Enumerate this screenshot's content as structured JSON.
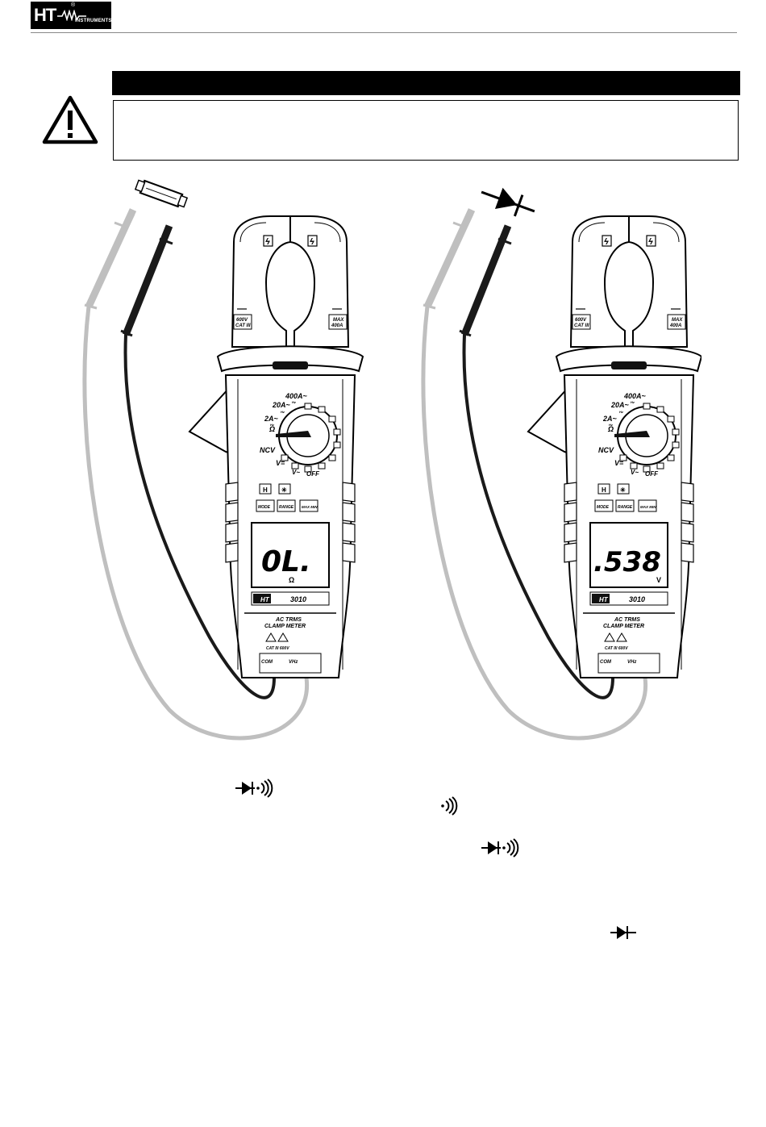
{
  "header": {
    "logo_main": "HT",
    "logo_sub": "INSTRUMENTS",
    "logo_reg": "®"
  },
  "warning": {
    "icon": "warning-triangle-icon"
  },
  "meter_left": {
    "jaw_marks": [
      "ϟ",
      "ϟ"
    ],
    "cat_label_left": [
      "600V",
      "CAT III"
    ],
    "cat_label_right": [
      "MAX",
      "400A"
    ],
    "dial_labels": [
      "400A~",
      "20A~",
      "2A~",
      "Ω",
      "NCV",
      "V=",
      "V~",
      "OFF"
    ],
    "dial_hz": [
      "Hz",
      "Hz",
      "Hz"
    ],
    "buttons_top": [
      "H",
      "✳"
    ],
    "buttons": [
      "MODE",
      "RANGE",
      "MAX MIN"
    ],
    "lcd_value": "0L.",
    "lcd_unit": "Ω",
    "brand": "HT",
    "model": "3010",
    "title": [
      "AC TRMS",
      "CLAMP METER"
    ],
    "cat_rating": "CAT III 600V",
    "terminal_com": "COM",
    "terminal_v": "VHz"
  },
  "meter_right": {
    "jaw_marks": [
      "ϟ",
      "ϟ"
    ],
    "cat_label_left": [
      "600V",
      "CAT III"
    ],
    "cat_label_right": [
      "MAX",
      "400A"
    ],
    "dial_labels": [
      "400A~",
      "20A~",
      "2A~",
      "Ω",
      "NCV",
      "V=",
      "V~",
      "OFF"
    ],
    "dial_hz": [
      "Hz",
      "Hz",
      "Hz"
    ],
    "buttons_top": [
      "H",
      "✳"
    ],
    "buttons": [
      "MODE",
      "RANGE",
      "MAX MIN"
    ],
    "lcd_value": ".538",
    "lcd_unit": "V",
    "brand": "HT",
    "model": "3010",
    "title": [
      "AC TRMS",
      "CLAMP METER"
    ],
    "cat_rating": "CAT III 600V",
    "terminal_com": "COM",
    "terminal_v": "VHz"
  },
  "symbols": [
    "diode-continuity-icon",
    "continuity-icon",
    "diode-continuity-icon",
    "diode-icon"
  ],
  "colors": {
    "lead_black": "#1a1a1a",
    "lead_grey": "#bfbfbf"
  }
}
